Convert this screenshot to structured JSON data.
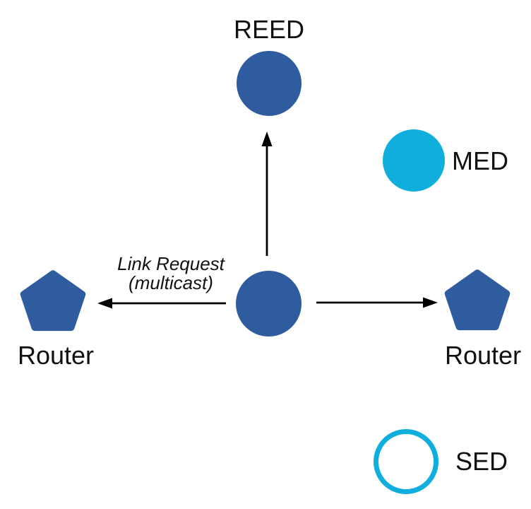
{
  "colors": {
    "node_blue": "#2E5C9E",
    "device_cyan": "#0FAEDC",
    "arrow_black": "#000000",
    "label_text": "#111111",
    "background": "#FFFFFF"
  },
  "nodes": {
    "reed": {
      "label": "REED",
      "shape": "filled-circle",
      "color": "#2E5C9E"
    },
    "med": {
      "label": "MED",
      "shape": "filled-circle",
      "color": "#0FAEDC"
    },
    "sed": {
      "label": "SED",
      "shape": "outlined-circle",
      "color": "#0FAEDC"
    },
    "center_device": {
      "label": "",
      "shape": "filled-circle",
      "color": "#2E5C9E"
    },
    "router_left": {
      "label": "Router",
      "shape": "pentagon",
      "color": "#2E5C9E"
    },
    "router_right": {
      "label": "Router",
      "shape": "pentagon",
      "color": "#2E5C9E"
    }
  },
  "annotations": {
    "link_request": {
      "line1": "Link Request",
      "line2": "(multicast)"
    }
  },
  "edges": [
    {
      "from": "center_device",
      "to": "reed",
      "direction": "up",
      "style": "arrow"
    },
    {
      "from": "center_device",
      "to": "router_left",
      "direction": "left",
      "style": "arrow",
      "label": "Link Request (multicast)"
    },
    {
      "from": "center_device",
      "to": "router_right",
      "direction": "right",
      "style": "arrow"
    }
  ]
}
